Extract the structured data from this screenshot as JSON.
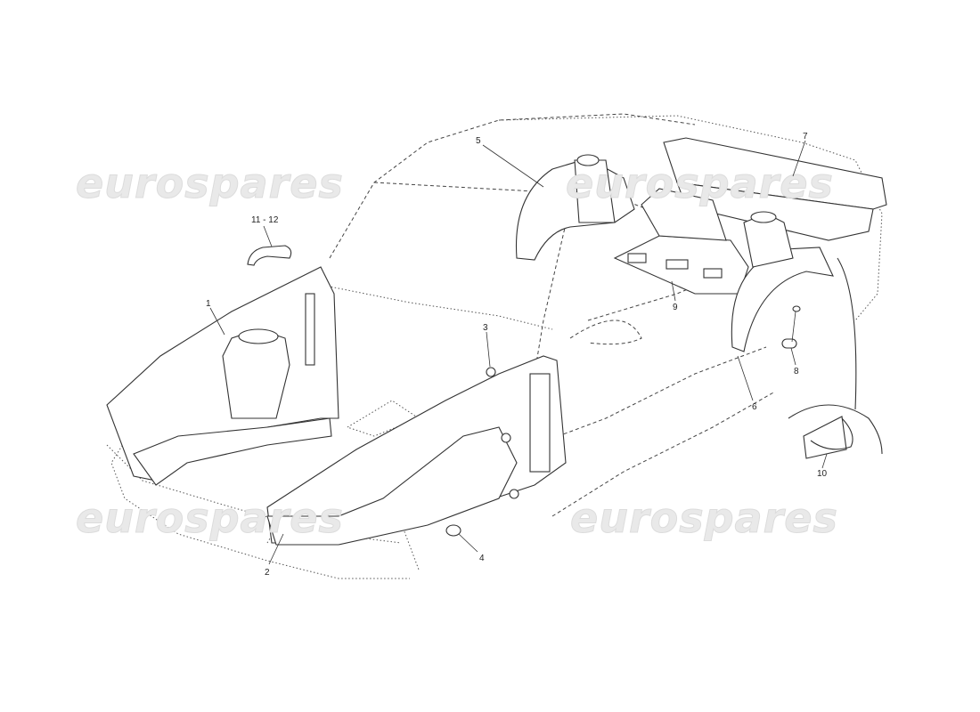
{
  "watermark": {
    "text": "eurospares"
  },
  "labels": {
    "p1": "1",
    "p2": "2",
    "p3": "3",
    "p4": "4",
    "p5": "5",
    "p6a": "6",
    "p7": "7",
    "p8": "8",
    "p9": "9",
    "p10": "10",
    "p11_12": "11 - 12"
  }
}
